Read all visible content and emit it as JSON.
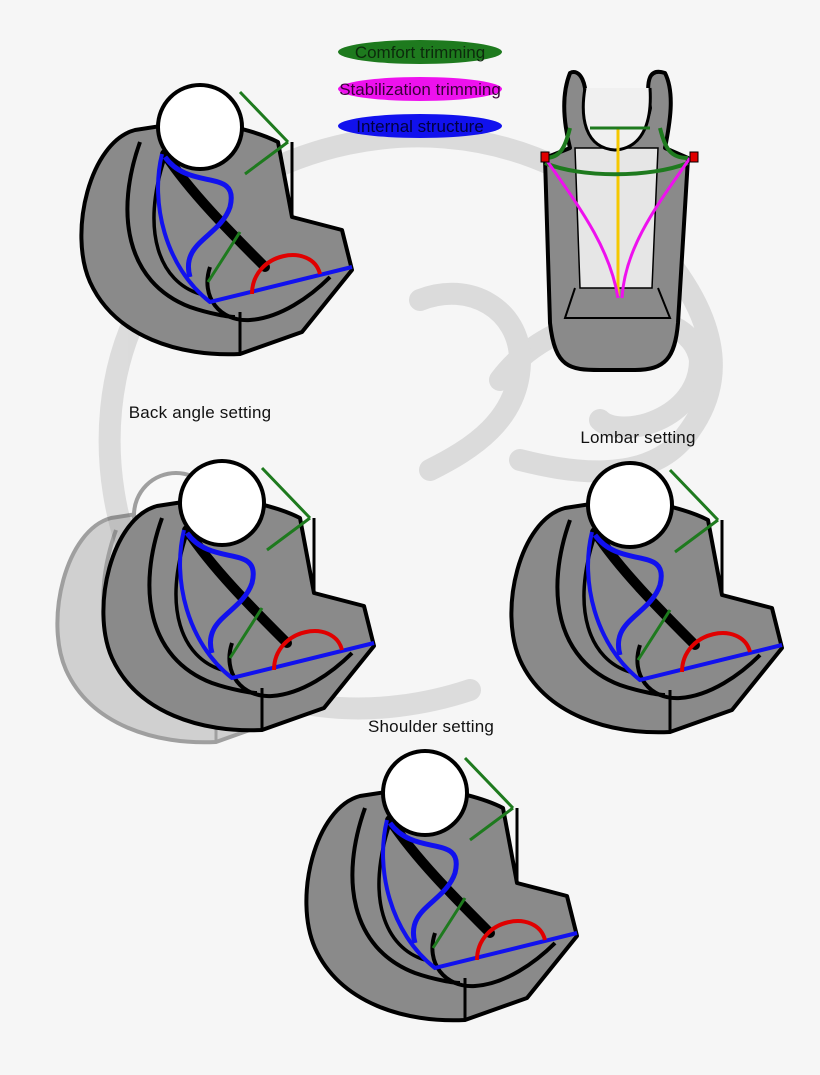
{
  "legend": [
    {
      "label": "Comfort trimming",
      "color": "#1e7a1e",
      "text_color": "#0c2a0c"
    },
    {
      "label": "Stabilization trimming",
      "color": "#ee11ee",
      "text_color": "#3a003a"
    },
    {
      "label": "Internal structure",
      "color": "#1111ee",
      "text_color": "#000040"
    }
  ],
  "labels": {
    "back_angle": "Back angle setting",
    "lombar": "Lombar setting",
    "shoulder": "Shoulder setting"
  },
  "colors": {
    "seat_fill": "#8a8a8a",
    "outline": "#000000",
    "comfort": "#1e7a1e",
    "stabilization": "#ee11ee",
    "structure": "#1111ee",
    "lumbar_arc": "#e00000",
    "center_strap": "#f5c800",
    "backdrop_swirl": "#d9d9d9"
  },
  "icons": [
    "seat-side-view-icon",
    "harness-front-view-icon",
    "backdrop-swirl-icon"
  ]
}
